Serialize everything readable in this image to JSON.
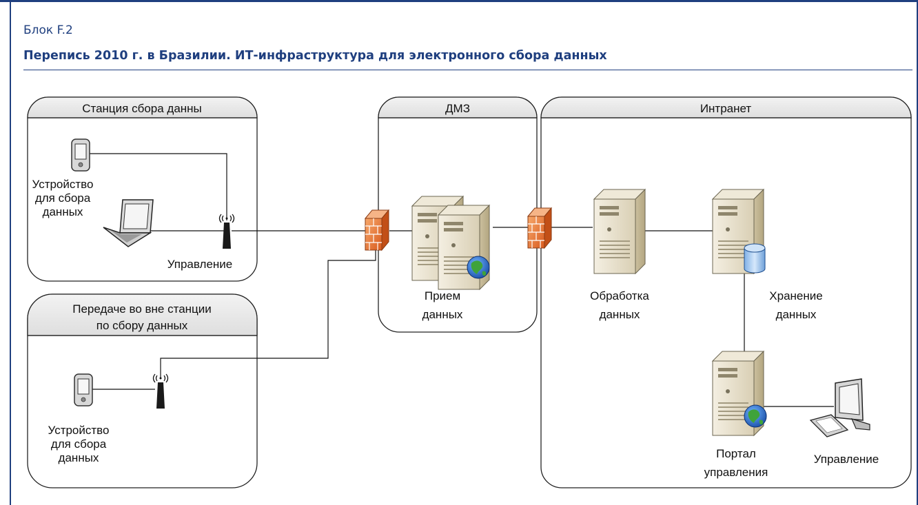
{
  "header": {
    "box_label": "Блок F.2",
    "title": "Перепись 2010 г. в Бразилии. ИТ-инфраструктура для электронного сбора данных"
  },
  "zones": {
    "station": "Станция сбора данны",
    "transfer_line1": "Передаче во вне станции",
    "transfer_line2": "по сбору данных",
    "dmz": "ДМЗ",
    "intranet": "Интранет"
  },
  "labels": {
    "station_device_1": "Устройство",
    "station_device_2": "для сбора",
    "station_device_3": "данных",
    "station_control": "Управление",
    "transfer_device_1": "Устройство",
    "transfer_device_2": "для сбора",
    "transfer_device_3": "данных",
    "reception_1": "Прием",
    "reception_2": "данных",
    "processing_1": "Обработка",
    "processing_2": "данных",
    "storage_1": "Хранение",
    "storage_2": "данных",
    "portal_1": "Портал",
    "portal_2": "управления",
    "management": "Управление"
  },
  "icons": {
    "pda": "pda-icon",
    "laptop": "laptop-icon",
    "antenna": "wireless-antenna-icon",
    "firewall": "firewall-icon",
    "server": "server-icon",
    "globe": "globe-icon",
    "database": "database-icon",
    "workstation": "workstation-icon"
  },
  "colors": {
    "frame": "#1f3f7f",
    "zone_header": "#e8e8e8",
    "firewall": "#e8743b",
    "server_body": "#e9e2cf",
    "globe": "#2b6fcf"
  }
}
